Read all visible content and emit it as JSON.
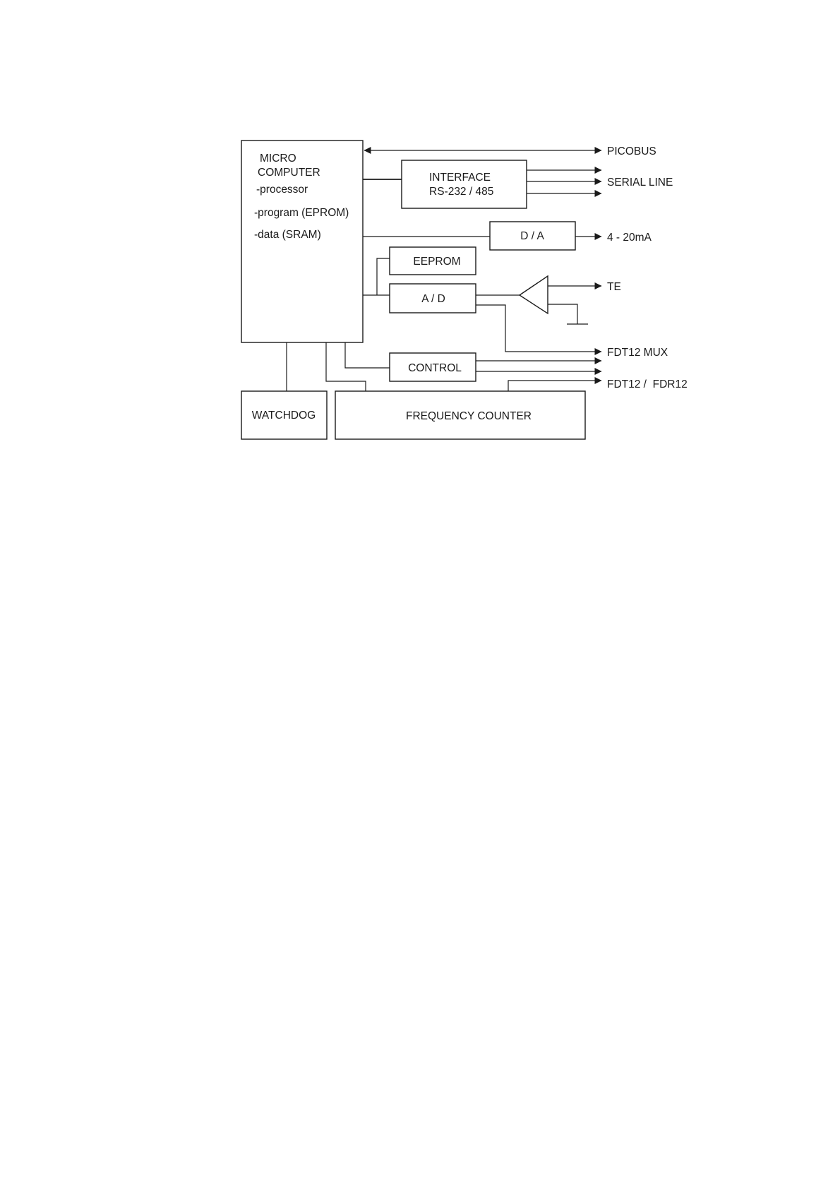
{
  "blocks": {
    "microcomputer": {
      "title_line1": "MICRO",
      "title_line2": "COMPUTER",
      "item_processor": "-processor",
      "item_program": "-program (EPROM)",
      "item_data": "-data (SRAM)"
    },
    "interface": {
      "line1": "INTERFACE",
      "line2": "RS-232 / 485"
    },
    "da": "D / A",
    "eeprom": "EEPROM",
    "ad": "A / D",
    "control": "CONTROL",
    "watchdog": "WATCHDOG",
    "frequency_counter": "FREQUENCY COUNTER"
  },
  "signals": {
    "picobus": "PICOBUS",
    "serial_line": "SERIAL LINE",
    "current_output": "4 - 20mA",
    "te": "TE",
    "fdt12_mux": "FDT12 MUX",
    "fdt12_fdr12": "FDT12 /  FDR12"
  }
}
